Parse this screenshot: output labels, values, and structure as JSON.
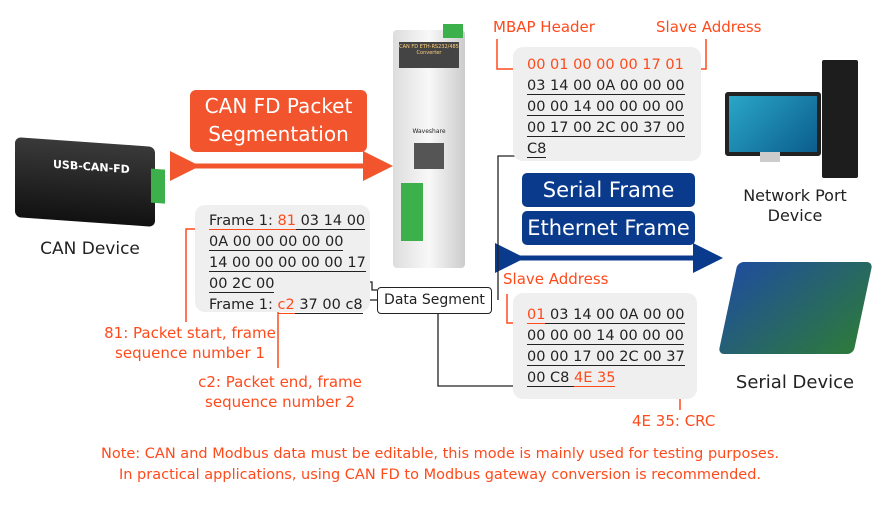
{
  "segmentation_title": [
    "CAN FD Packet",
    "Segmentation"
  ],
  "can_device": {
    "label": "CAN Device",
    "model": "USB-CAN-FD"
  },
  "gateway": {
    "brand": "Waveshare",
    "model": "CAN FD ETH-RS232/485 Converter"
  },
  "labels": {
    "mbap": "MBAP Header",
    "slave_top": "Slave Address",
    "slave_bottom": "Slave Address",
    "data_segment": "Data Segment",
    "crc": "4E 35: CRC"
  },
  "eth_frame": {
    "header": "00 01 00 00 00 17",
    "addr": "01",
    "lines": [
      "03 14 00 0A 00 00 00",
      "00 00 14 00 00 00 00",
      "00 17 00 2C 00 37 00",
      "C8"
    ]
  },
  "can_frames": {
    "f1_prefix": "Frame 1: ",
    "f1_start": "81",
    "f1_rest": " 03 14 00",
    "lines": [
      "0A 00 00 00 00 00",
      "14 00 00 00 00 00 17",
      "00 2C 00"
    ],
    "f2_prefix": "Frame 1: ",
    "f2_start": "c2",
    "f2_rest": " 37 00 c8"
  },
  "serial_frame_data": {
    "addr": "01",
    "l1": " 03 14 00 0A 00 00",
    "lines": [
      "00 00 00 14 00 00 00",
      "00 00 17 00 2C 00 37"
    ],
    "last": "00 C8 ",
    "crc": "4E 35"
  },
  "frame_types": {
    "serial": "Serial Frame",
    "ethernet": "Ethernet Frame"
  },
  "devices": {
    "network": [
      "Network Port",
      "Device"
    ],
    "serial": "Serial Device"
  },
  "annotations": {
    "start": [
      "81: Packet start, frame",
      "sequence number 1"
    ],
    "end": [
      "c2: Packet end, frame",
      "sequence number 2"
    ]
  },
  "note": [
    "Note: CAN and Modbus data must be editable, this mode is mainly used for testing purposes.",
    "In practical applications, using CAN FD to Modbus gateway conversion is recommended."
  ],
  "colors": {
    "accent": "#ff4a1c",
    "blue": "#0a3a8c"
  }
}
